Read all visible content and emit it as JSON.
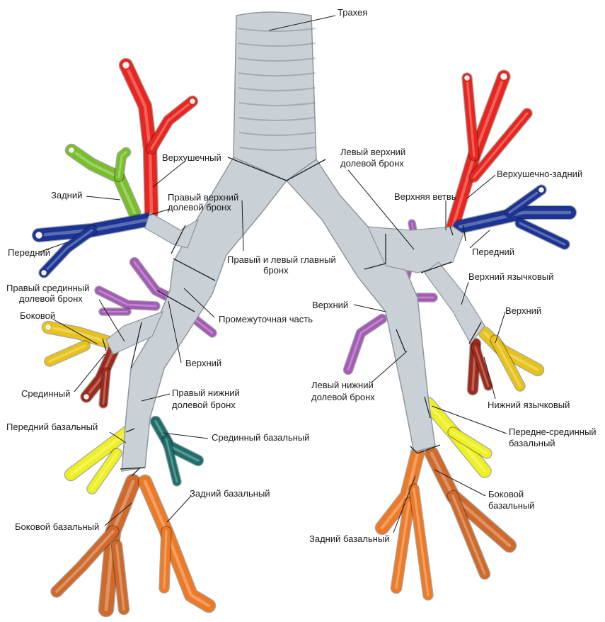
{
  "colors": {
    "trachea": "#c9d0d6",
    "trachea_edge": "#8e979f",
    "apical_red": "#e8251e",
    "posterior_green": "#79bf2c",
    "anterior_blue": "#1c3594",
    "middle_purple": "#a45bb5",
    "lateral_yellow": "#e7c21a",
    "medial_brown": "#9e2a1c",
    "basal_yellow": "#eef021",
    "medial_basal_teal": "#1c6f6c",
    "basal_orange": "#ec7a26",
    "basal_orange_dark": "#d06a2b"
  },
  "labels": {
    "trachea": "Трахея",
    "right_apical": "Верхушечный",
    "right_posterior": "Задний",
    "right_upper_lobe_line1": "Правый верхний",
    "right_upper_lobe_line2": "долевой бронх",
    "right_anterior": "Передний",
    "main_bronchi_line1": "Правый и левый главный",
    "main_bronchi_line2": "бронх",
    "right_middle_lobe_line1": "Правый срединный",
    "right_middle_lobe_line2": "долевой бронх",
    "right_lateral": "Боковой",
    "intermediate": "Промежуточная часть",
    "right_superior": "Верхний",
    "right_medial": "Срединный",
    "right_lower_lobe_line1": "Правый нижний",
    "right_lower_lobe_line2": "долевой бронх",
    "right_anterior_basal": "Передний базальный",
    "right_medial_basal": "Срединный базальный",
    "right_posterior_basal": "Задний базальный",
    "right_lateral_basal": "Боковой базальный",
    "left_upper_lobe_line1": "Левый верхний",
    "left_upper_lobe_line2": "долевой бронх",
    "left_apicoposterior": "Верхушечно-задний",
    "left_upper_branch": "Верхняя ветвь",
    "left_anterior": "Передний",
    "left_superior_lingular": "Верхний язычковый",
    "left_superior": "Верхний",
    "left_lingular_superior": "Верхний",
    "left_inferior_lingular": "Нижний язычковый",
    "left_lower_lobe_line1": "Левый нижний",
    "left_lower_lobe_line2": "долевой бронх",
    "left_anteromedial_basal_line1": "Передне-срединный",
    "left_anteromedial_basal_line2": "базальный",
    "left_lateral_basal_line1": "Боковой",
    "left_lateral_basal_line2": "базальный",
    "left_posterior_basal": "Задний базальный"
  }
}
